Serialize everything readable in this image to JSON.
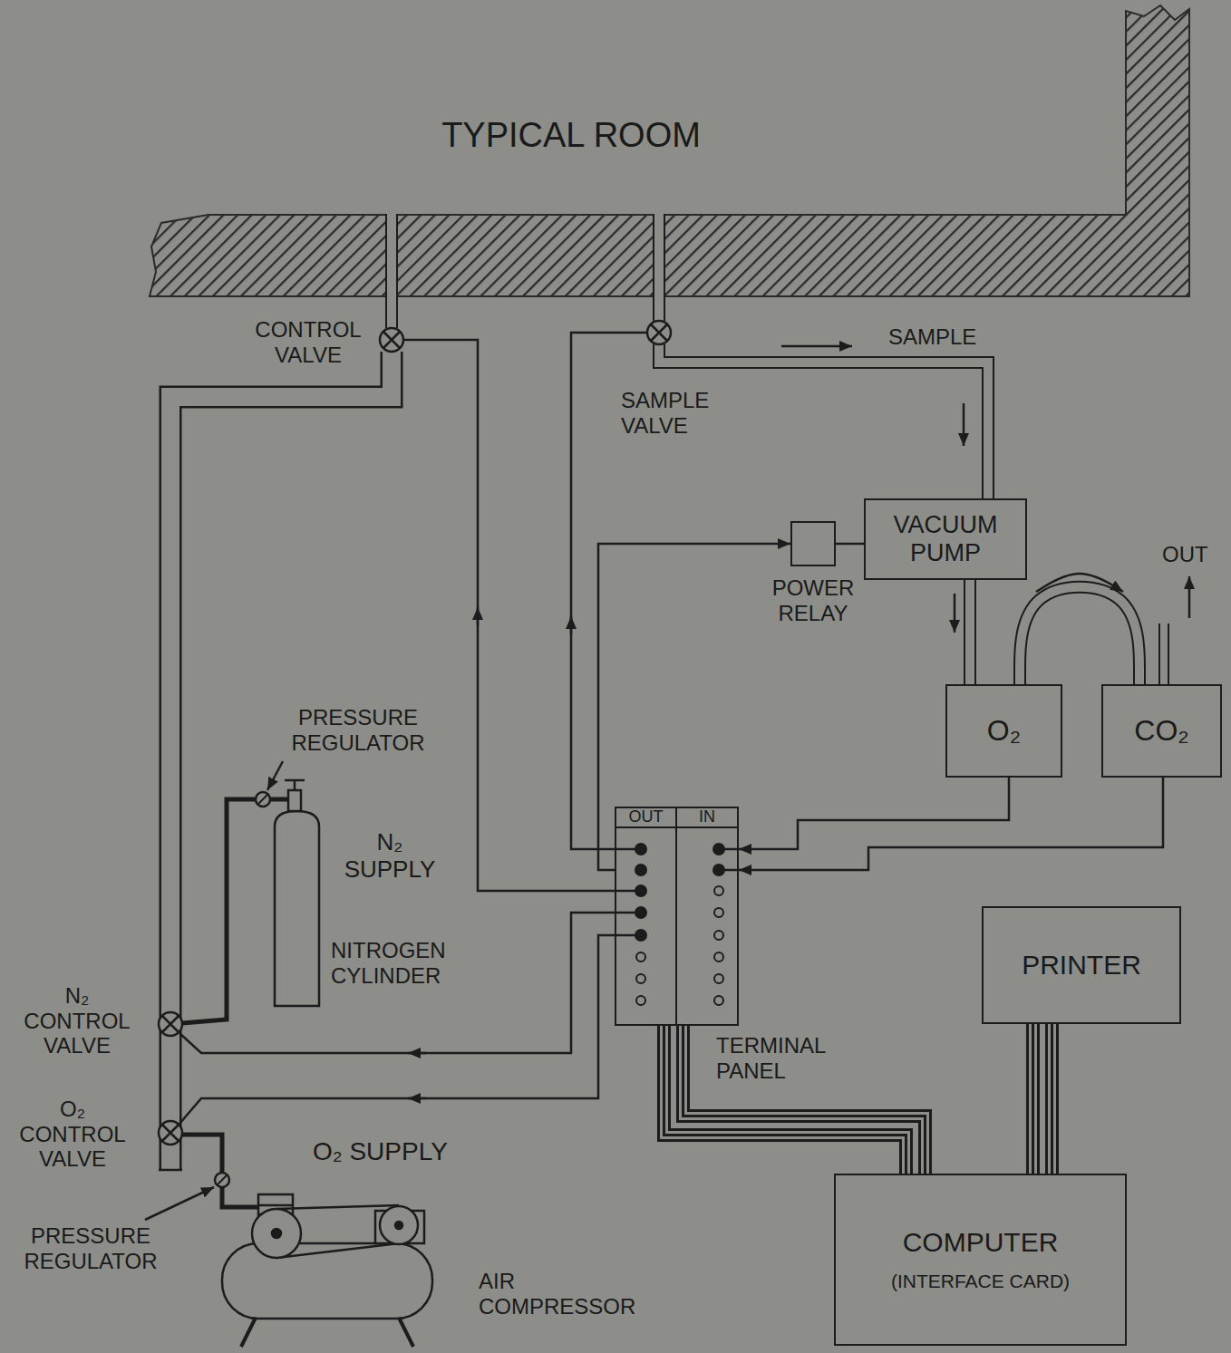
{
  "diagram": {
    "nodes": [
      {
        "text": [
          "VACUUM PUMP"
        ]
      },
      {
        "text": [
          "POWER RELAY"
        ]
      },
      {
        "text": [
          "O₂"
        ]
      },
      {
        "text": [
          "CO₂"
        ]
      },
      {
        "text": [
          "OUT",
          "IN",
          "TERMINAL PANEL"
        ]
      },
      {
        "text": [
          "PRINTER"
        ]
      },
      {
        "text": [
          "COMPUTER",
          "(INTERFACE CARD)"
        ]
      }
    ],
    "edges": [
      {
        "from": 0,
        "to": 2,
        "arrow": "to"
      },
      {
        "from": 2,
        "to": 3,
        "arrow": "to"
      },
      {
        "from": 4,
        "to": 1,
        "arrow": "to"
      },
      {
        "from": 1,
        "to": 0,
        "arrow": "none"
      },
      {
        "from": 2,
        "to": 4,
        "arrow": "to"
      },
      {
        "from": 3,
        "to": 4,
        "arrow": "to"
      },
      {
        "from": 4,
        "to": 6,
        "arrow": "none"
      },
      {
        "from": 6,
        "to": 5,
        "arrow": "none"
      }
    ],
    "labels": [
      "TYPICAL ROOM",
      "CONTROL VALVE",
      "SAMPLE VALVE",
      "SAMPLE",
      "OUT",
      "PRESSURE REGULATOR",
      "N₂ SUPPLY",
      "NITROGEN CYLINDER",
      "N₂ CONTROL VALVE",
      "O₂ CONTROL VALVE",
      "O₂ SUPPLY",
      "PRESSURE REGULATOR",
      "AIR COMPRESSOR"
    ]
  }
}
